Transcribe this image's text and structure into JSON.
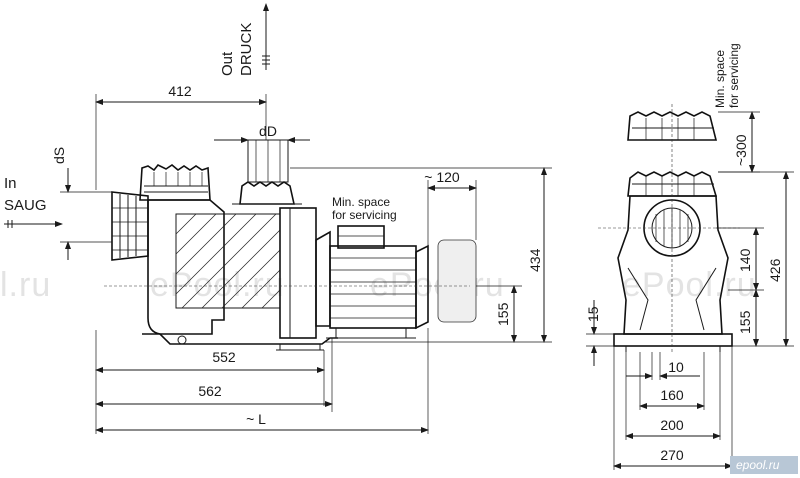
{
  "watermark": {
    "left_fragment": "l.ru",
    "center": "ePool.ru",
    "center2": "ePool.ru",
    "right": "ePool.ru",
    "brand_badge": "epool.ru"
  },
  "labels": {
    "out_en": "Out",
    "out_de": "DRUCK",
    "in_en": "In",
    "in_de": "SAUG",
    "min_space_line1": "Min. space",
    "min_space_line2": "for servicing",
    "min_space_top_line1": "Min. space",
    "min_space_top_line2": "for servicing",
    "dS": "dS",
    "dD": "dD"
  },
  "dimensions": {
    "d412": "412",
    "d120": "~ 120",
    "d434": "434",
    "d155_left": "155",
    "d552": "552",
    "d562": "562",
    "dL": "~ L",
    "d300": "~300",
    "d140": "140",
    "d426": "426",
    "d155_right": "155",
    "d15": "15",
    "d10": "10",
    "d160": "160",
    "d200": "200",
    "d270": "270"
  }
}
